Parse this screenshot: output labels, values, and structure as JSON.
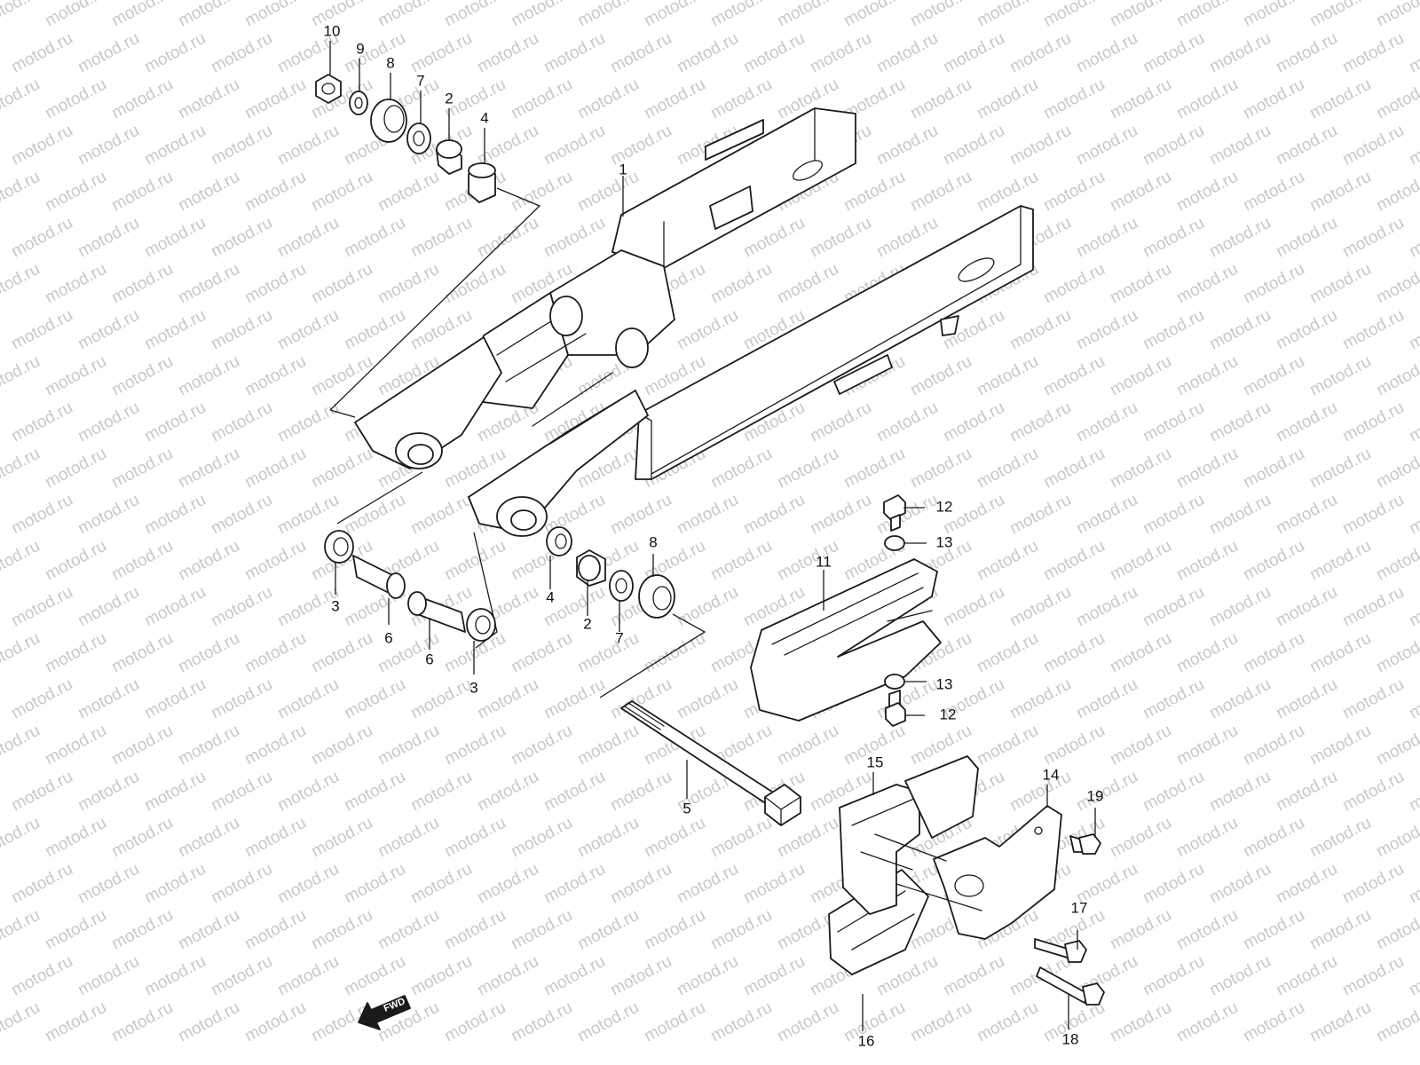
{
  "watermark": {
    "text": "motod.ru"
  },
  "fwd_label": "FWD",
  "callouts": {
    "c1": "1",
    "c2a": "2",
    "c2b": "2",
    "c3a": "3",
    "c3b": "3",
    "c4a": "4",
    "c4b": "4",
    "c5": "5",
    "c6a": "6",
    "c6b": "6",
    "c7a": "7",
    "c7b": "7",
    "c8a": "8",
    "c8b": "8",
    "c9": "9",
    "c10": "10",
    "c11": "11",
    "c12a": "12",
    "c12b": "12",
    "c13a": "13",
    "c13b": "13",
    "c14": "14",
    "c15": "15",
    "c16": "16",
    "c17": "17",
    "c18": "18",
    "c19": "19"
  }
}
